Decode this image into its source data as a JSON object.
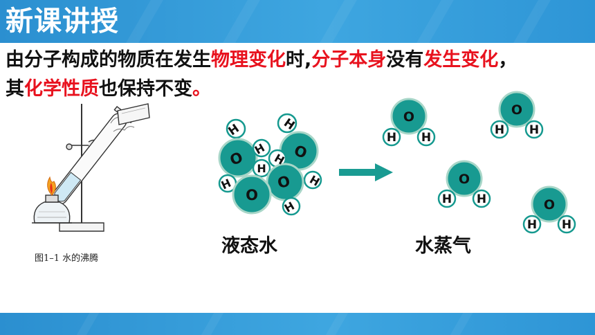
{
  "header": {
    "title": "新课讲授"
  },
  "statement": {
    "line1": [
      {
        "text": "由分子构成的物质在发生",
        "highlight": false
      },
      {
        "text": "物理变化",
        "highlight": true
      },
      {
        "text": "时,",
        "highlight": false
      },
      {
        "text": "分子本身",
        "highlight": true
      },
      {
        "text": "没有",
        "highlight": false
      },
      {
        "text": "发生变化",
        "highlight": true
      },
      {
        "text": "，",
        "highlight": false
      }
    ],
    "line2": [
      {
        "text": "其",
        "highlight": false
      },
      {
        "text": "化学性质",
        "highlight": true
      },
      {
        "text": "也保持不变",
        "highlight": false
      },
      {
        "text": "。",
        "highlight": true
      }
    ]
  },
  "figure": {
    "caption": "图1–1  水的沸腾"
  },
  "diagram": {
    "liquid_label": "液态水",
    "vapor_label": "水蒸气",
    "oxygen_symbol": "O",
    "hydrogen_symbol": "H"
  },
  "colors": {
    "banner": "#2e95d6",
    "highlight": "#e8121e",
    "oxygen": "#189a91",
    "arrow": "#199b92"
  }
}
